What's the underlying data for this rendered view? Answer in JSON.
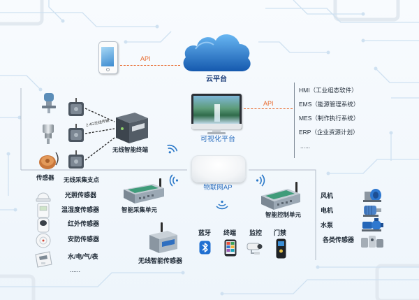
{
  "cloud": {
    "label": "云平台"
  },
  "api_links": [
    {
      "label": "API"
    },
    {
      "label": "API"
    }
  ],
  "visual_platform": {
    "label": "可视化平台"
  },
  "enterprise_systems": [
    "HMI（工业组态软件）",
    "EMS（能源管理系统）",
    "MES（制作执行系统）",
    "ERP（企业资源计划）",
    "......"
  ],
  "wireless_link_label": "2.4G无线传输",
  "wireless_terminal": {
    "label": "无线智能终端"
  },
  "sensor_group": {
    "sensor_label": "传感器",
    "node_label": "无线采集支点"
  },
  "ap": {
    "label": "物联网AP"
  },
  "collection_unit": {
    "label": "智能采集单元"
  },
  "control_unit": {
    "label": "智能控制单元"
  },
  "sensor_types": [
    "光照传感器",
    "温湿度传感器",
    "红外传感器",
    "安防传感器",
    "水/电/气/表",
    "......"
  ],
  "wireless_sensor": {
    "label": "无线智能传感器"
  },
  "peripherals": [
    "蓝牙",
    "终端",
    "监控",
    "门禁"
  ],
  "equipment": [
    "风机",
    "电机",
    "水泵",
    "各类传感器"
  ],
  "icons": {
    "peripherals": [
      "bluetooth-icon",
      "terminal-icon",
      "camera-icon",
      "door-access-icon"
    ],
    "equipment": [
      "fan-icon",
      "motor-icon",
      "pump-icon",
      "sensor-group-icon"
    ],
    "connectivity": "wifi-icon"
  },
  "colors": {
    "api": "#e8692c",
    "accent": "#2c6fbf",
    "cloud": "#1f6fc4"
  }
}
